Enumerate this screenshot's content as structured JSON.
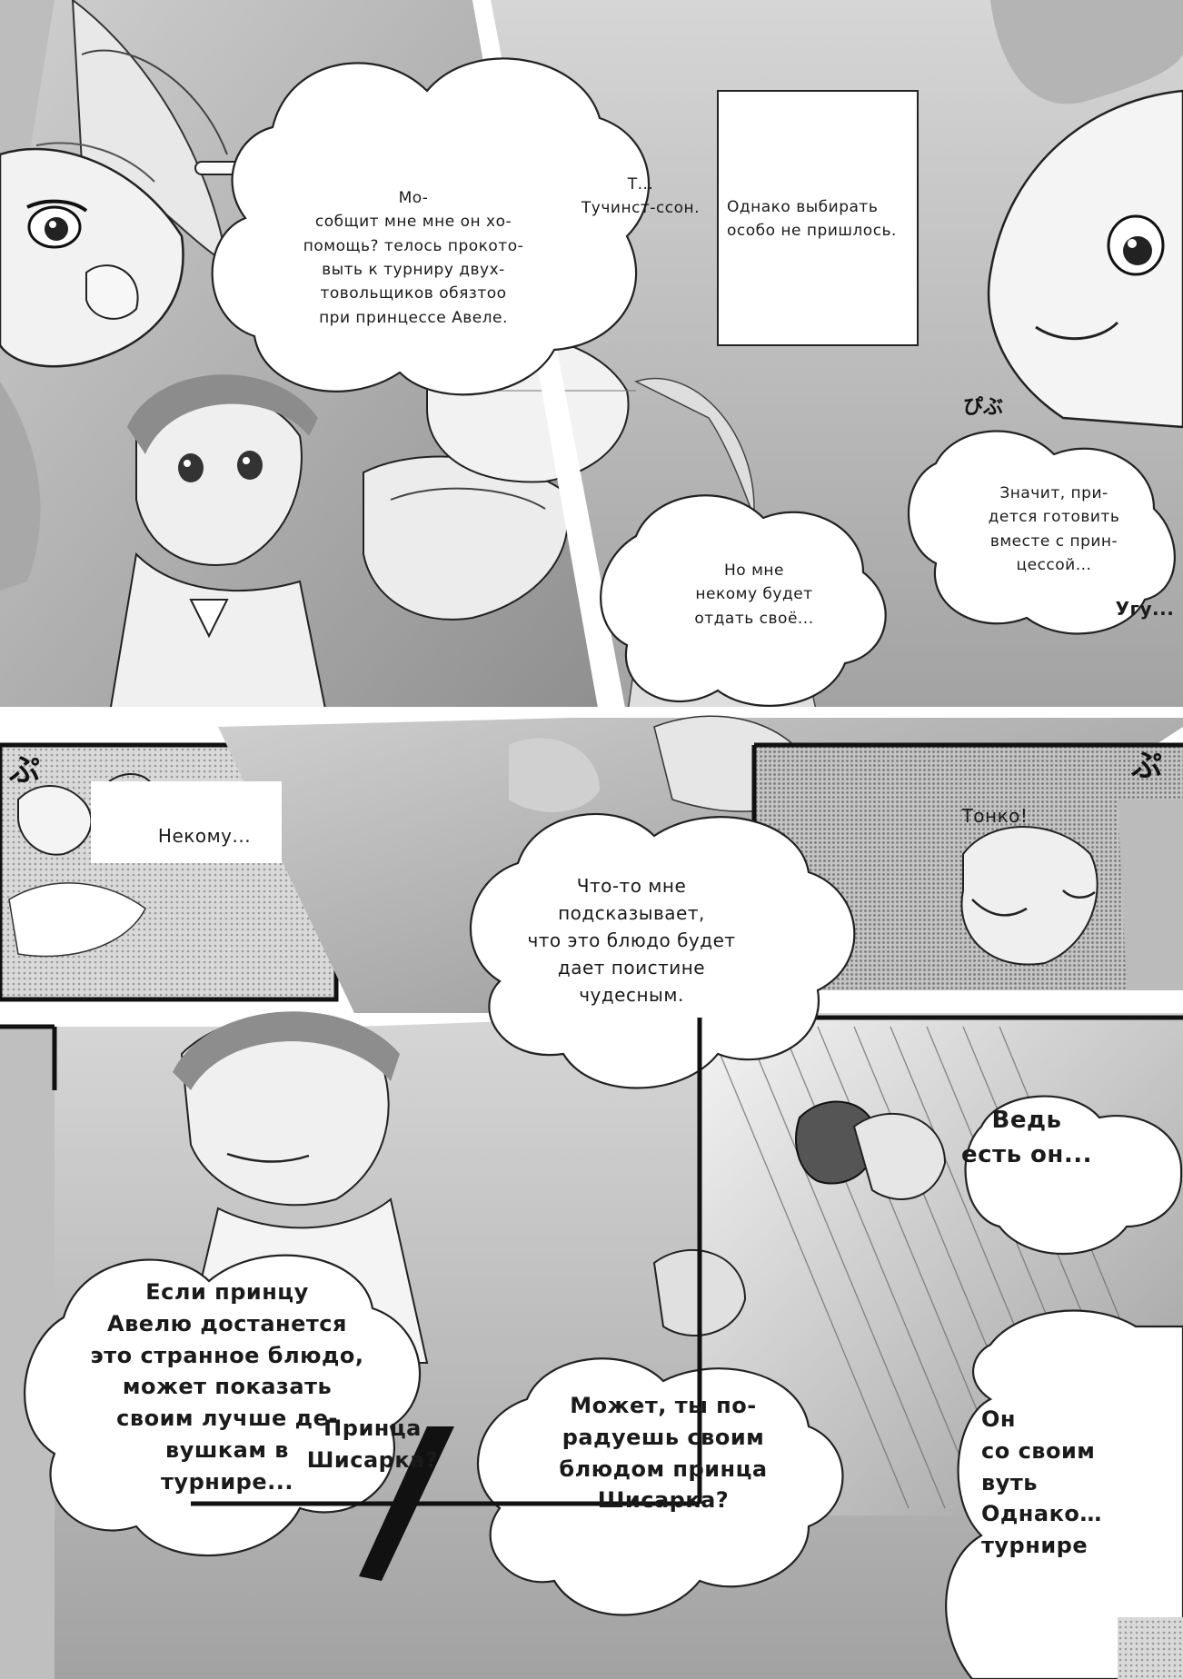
{
  "texts": {
    "b1": "Мо-\nсобщит мне                  мне он хо-\nпомощь?          телось прокото-\nвыть к  турниру  двух-\nтовольщиков обязтоо\nпри принцессе  Авеле.",
    "b2": "Т...\nТучинст-ссон.",
    "b3": "Однако выбирать\nособо не пришлось.",
    "b4": "Значит, при-\nдется готовить\nвместе с прин-\nцессой...",
    "b5": "Но мне\nнекому будет\nотдать своё...",
    "b6": "Угу...",
    "b7": "Некому...",
    "b8": "Тонко!",
    "b9": "Что-то мне\nподсказывает,\nчто это блюдо будет\nдает поистине\nчудесным.",
    "b10": "Ведь\nесть он...",
    "b11": "Если принцу\nАвелю достанется\nэто странное блюдо,\nможет показать\nсвоим лучше де-\nвушкам в\nтурнире...",
    "b12": "Принца\nШисарка?",
    "b13": "Может, ты по-\nрадуешь своим\nблюдом принца\nШисарка?",
    "b14": "Он\nсо своим\nвуть\nОднако…     турнире"
  },
  "sfx": [
    "ぷ",
    "ぷ",
    "ぴぶ"
  ]
}
